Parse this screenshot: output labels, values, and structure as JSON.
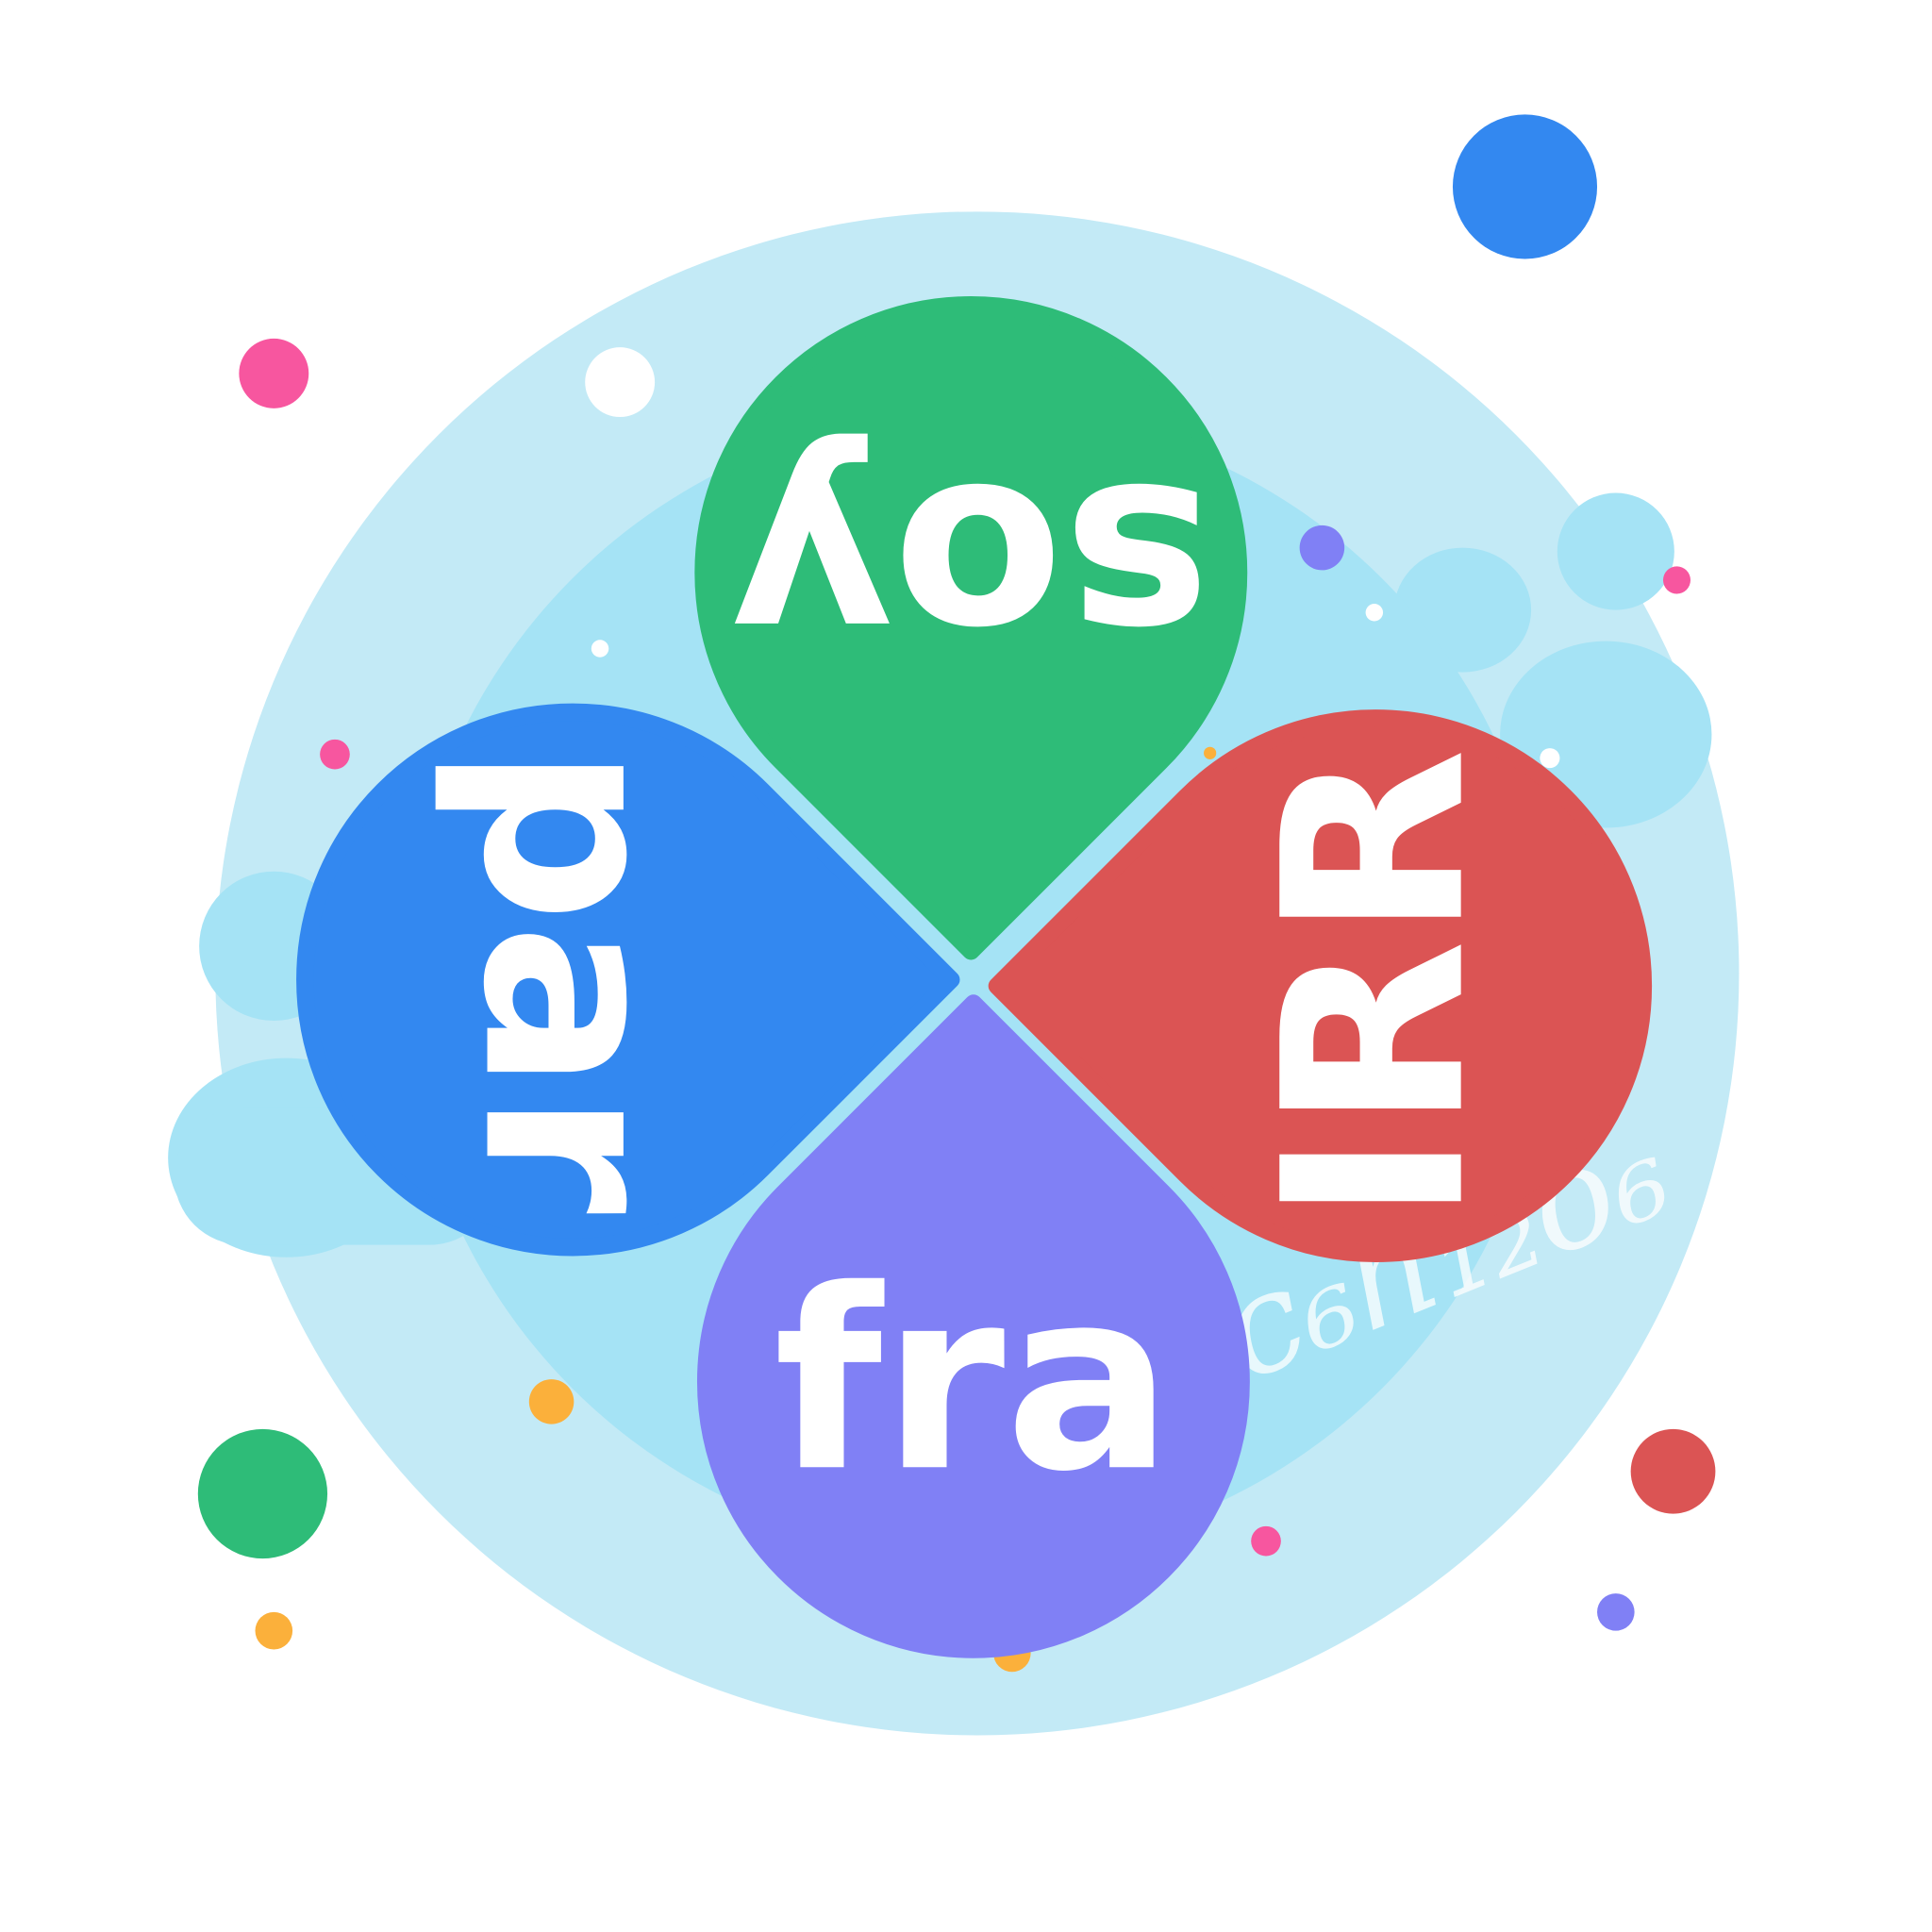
{
  "petals": [
    {
      "id": "top",
      "label": "soy",
      "color": "#2ebc78"
    },
    {
      "id": "left",
      "label": "par",
      "color": "#3388f0"
    },
    {
      "id": "right",
      "label": "IRR",
      "color": "#db5454"
    },
    {
      "id": "bottom",
      "label": "fra",
      "color": "#8080f5"
    }
  ],
  "decor_text": "c₆h₁₂o₆",
  "colors": {
    "outer_circle": "#c3eaf6",
    "inner_circle": "#a5e3f5",
    "pink": "#f7569f",
    "orange": "#fbb03b",
    "white": "#ffffff"
  }
}
